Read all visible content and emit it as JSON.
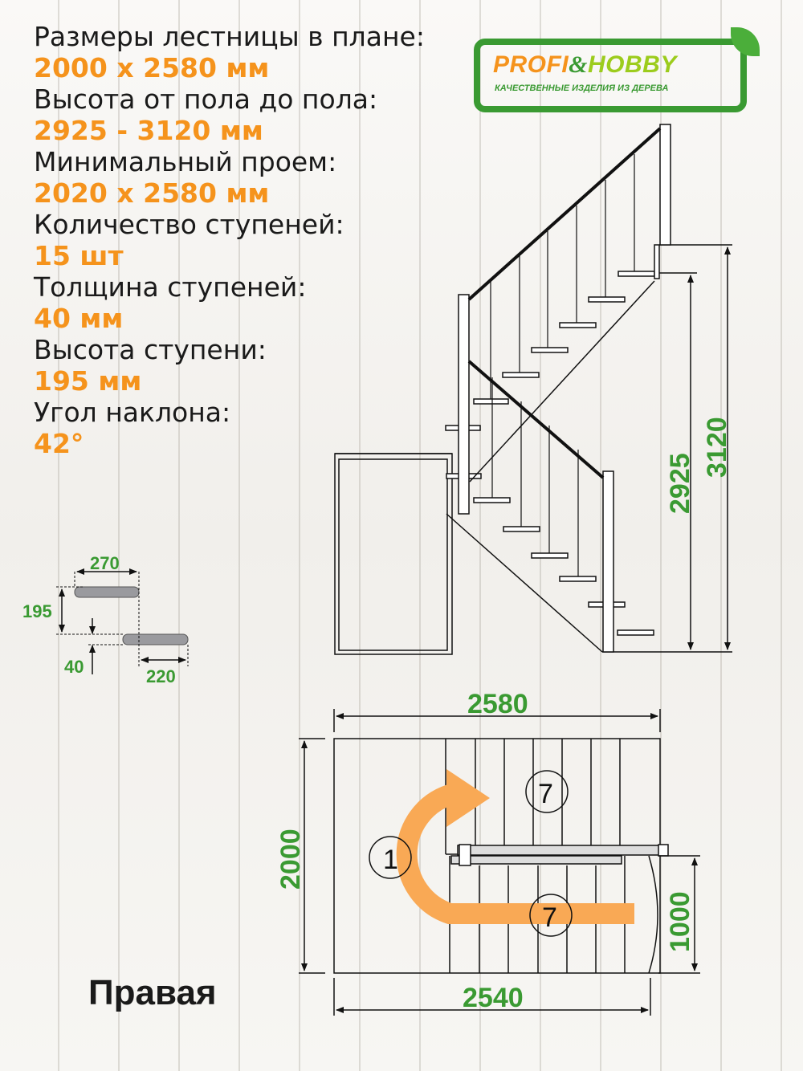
{
  "specs": [
    {
      "label": "Размеры лестницы в плане:",
      "value": "2000 x 2580 мм"
    },
    {
      "label": "Высота от пола до пола:",
      "value": "2925 - 3120 мм"
    },
    {
      "label": "Минимальный проем:",
      "value": "2020 x 2580 мм"
    },
    {
      "label": "Количество ступеней:",
      "value": "15 шт"
    },
    {
      "label": "Толщина ступеней:",
      "value": "40 мм"
    },
    {
      "label": "Высота ступени:",
      "value": "195 мм"
    },
    {
      "label": "Угол наклона:",
      "value": "42°"
    }
  ],
  "logo": {
    "profi": "PROFI",
    "amp": "&",
    "hobby": "HOBBY",
    "subtitle": "КАЧЕСТВЕННЫЕ ИЗДЕЛИЯ ИЗ ДЕРЕВА"
  },
  "step_detail": {
    "tread_depth": "270",
    "step_height": "195",
    "thickness": "40",
    "going": "220"
  },
  "elevation": {
    "height_lower": "2925",
    "height_upper": "3120"
  },
  "plan": {
    "length_top": "2580",
    "length_bottom": "2540",
    "width": "2000",
    "flight_width": "1000",
    "upper_flight_steps": "7",
    "lower_flight_steps": "7",
    "turn_steps": "1"
  },
  "variant": "Правая",
  "colors": {
    "accent_orange": "#f5931c",
    "dimension_green": "#3a9a32",
    "arrow_orange": "#f9a955"
  }
}
